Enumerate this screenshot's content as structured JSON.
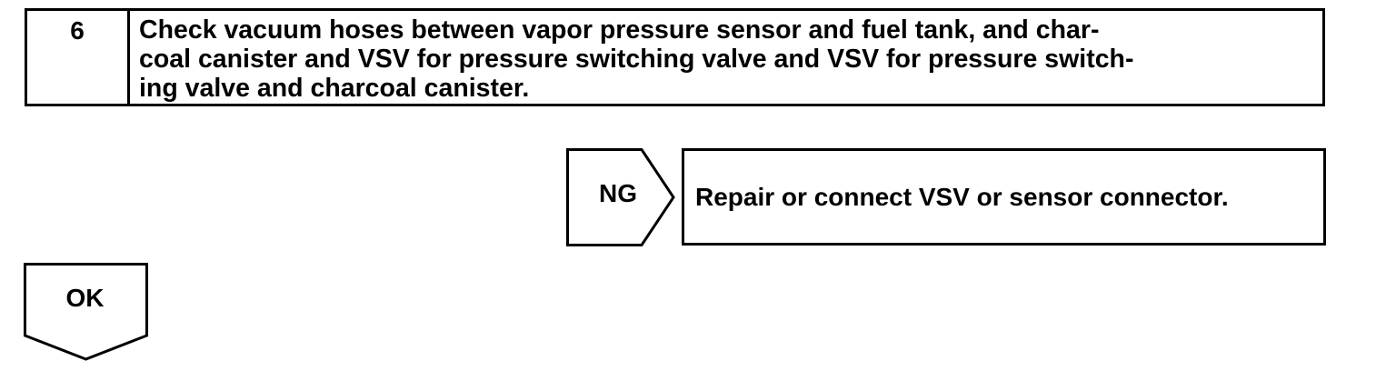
{
  "step": {
    "number": "6",
    "text": "Check vacuum hoses between vapor pressure sensor and fuel tank, and char-\ncoal canister and VSV for pressure switching valve and VSV for pressure switch-\ning valve and charcoal canister."
  },
  "ng_branch": {
    "label": "NG",
    "result_text": "Repair or connect VSV or sensor connector."
  },
  "ok_branch": {
    "label": "OK"
  }
}
